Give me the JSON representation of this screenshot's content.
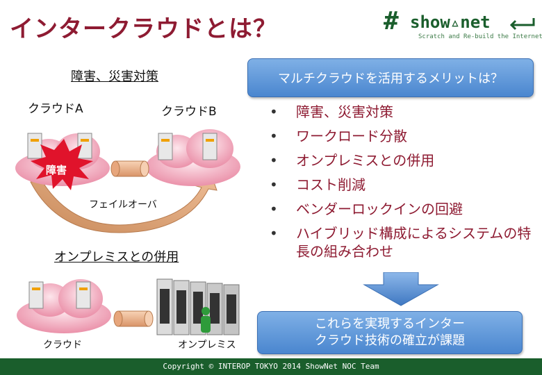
{
  "title": "インタークラウドとは？",
  "logo": {
    "mark": "#",
    "word": "show▵net",
    "tagline": "Scratch and Re-build the Internet"
  },
  "left": {
    "disaster_heading": "障害、災害対策",
    "cloud_a": "クラウドA",
    "cloud_b": "クラウドB",
    "failure_badge": "障害",
    "failover": "フェイルオーバ",
    "onprem_heading": "オンプレミスとの併用",
    "cloud_label": "クラウド",
    "onprem_label": "オンプレミス"
  },
  "right": {
    "question": "マルチクラウドを活用するメリットは？",
    "bullet_marker": "•",
    "bullets": [
      "障害、災害対策",
      "ワークロード分散",
      "オンプレミスとの併用",
      "コスト削減",
      "ベンダーロックインの回避",
      "ハイブリッド構成によるシステムの特長の組み合わせ"
    ],
    "result_line1": "これらを実現するインター",
    "result_line2": "クラウド技術の確立が課題"
  },
  "footer": "Copyright © INTEROP TOKYO 2014 ShowNet NOC Team",
  "colors": {
    "title": "#8e1b32",
    "brand_green": "#1a5e2c",
    "box_blue": "#4a86cf",
    "cloud_pink": "#e98aa4",
    "alert_red": "#e0132b"
  }
}
